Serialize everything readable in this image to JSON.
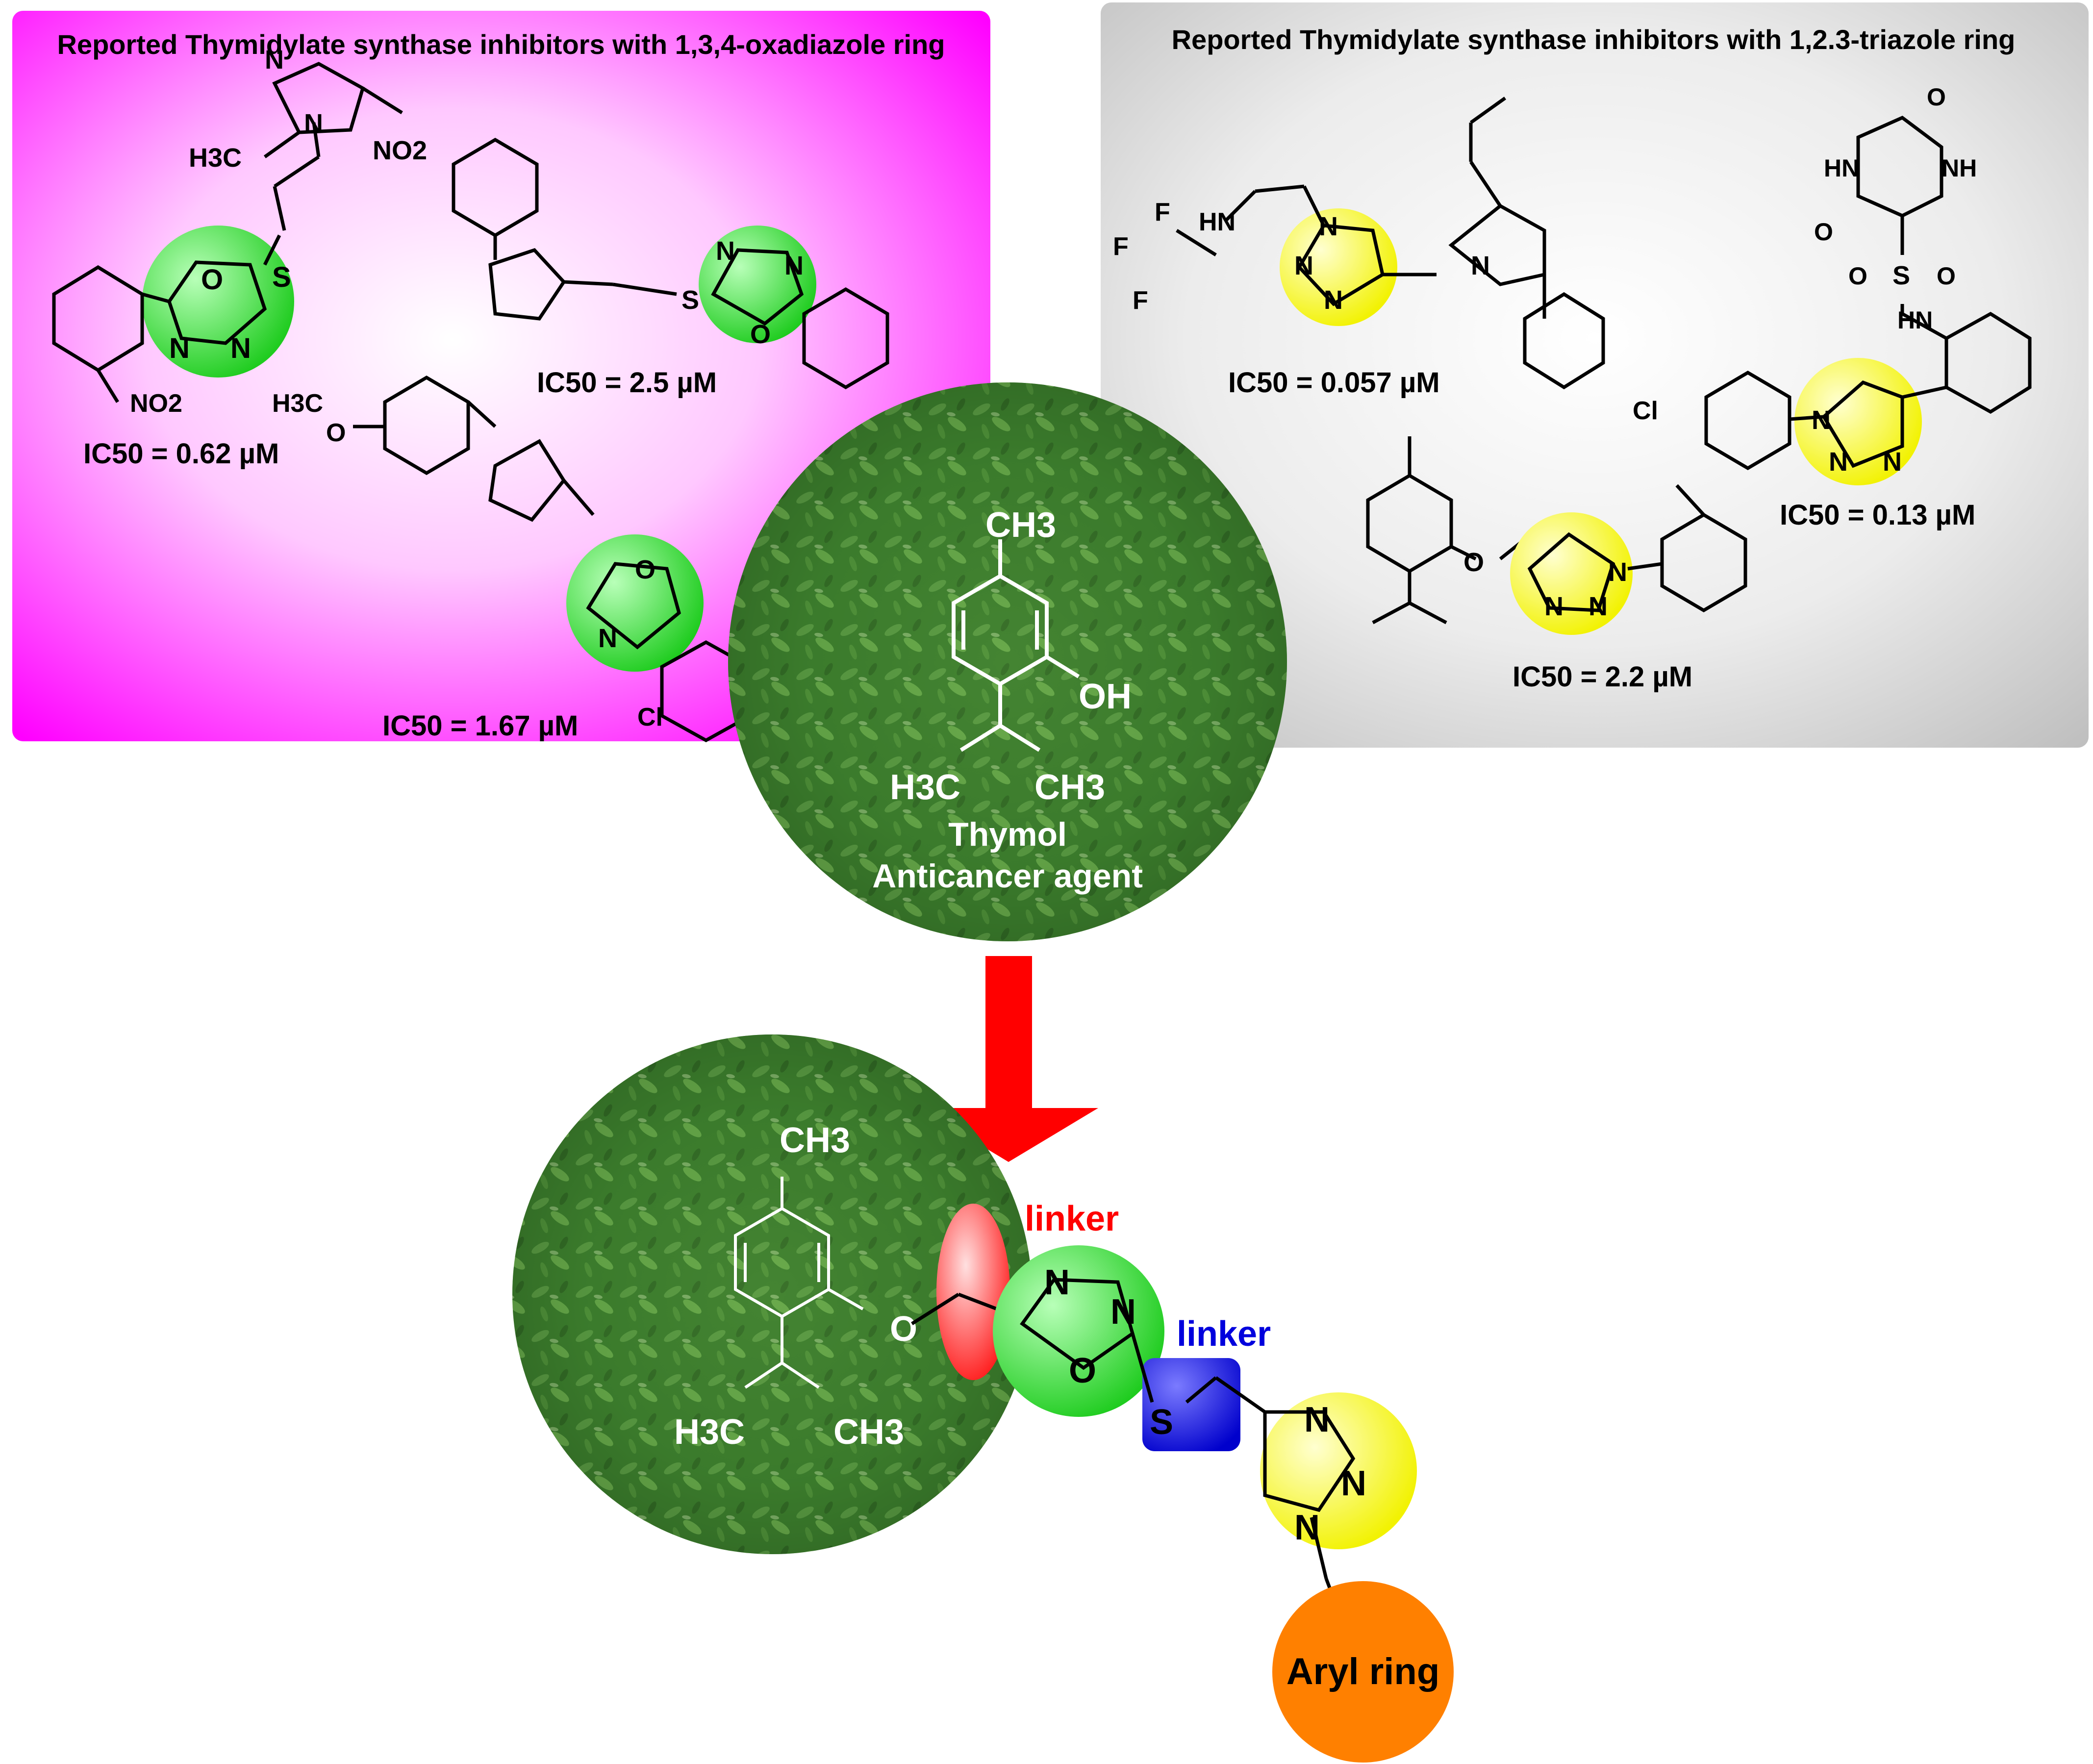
{
  "left_panel": {
    "title": "Reported Thymidylate synthase inhibitors with 1,3,4-oxadiazole ring",
    "ic50": [
      "IC50 = 0.62 µM",
      "IC50 = 2.5 µM",
      "IC50 = 1.67 µM"
    ],
    "atoms": {
      "h3c": "H3C",
      "no2": "NO2",
      "n": "N",
      "s": "S",
      "o": "O",
      "h3co": "H3C",
      "cl": "Cl"
    }
  },
  "right_panel": {
    "title": "Reported Thymidylate synthase inhibitors with 1,2.3-triazole ring",
    "ic50": [
      "IC50 = 0.057 µM",
      "IC50 = 0.13 µM",
      "IC50 = 2.2 µM"
    ],
    "atoms": {
      "f": "F",
      "hn": "HN",
      "nh": "NH",
      "cl": "Cl",
      "so2": "S",
      "o": "O",
      "n": "N"
    }
  },
  "thymol": {
    "ch3": "CH3",
    "oh": "OH",
    "h3c": "H3C",
    "ch3b": "CH3",
    "name": "Thymol",
    "subtitle": "Anticancer agent"
  },
  "design": {
    "ch3": "CH3",
    "o": "O",
    "h3c": "H3C",
    "ch3b": "CH3",
    "linker1": "linker",
    "linker2": "linker",
    "s": "S",
    "n": "N",
    "aryl": "Aryl ring"
  },
  "colors": {
    "left_panel": "#ff00ff",
    "right_panel": "#c8c8c8",
    "oxadiazole": "#22cc22",
    "triazole": "#ffff00",
    "arrow": "#ff0000",
    "linker1": "#ff0000",
    "linker2": "#0000dd",
    "aryl": "#ff8000",
    "herb": "#2f6b22"
  }
}
